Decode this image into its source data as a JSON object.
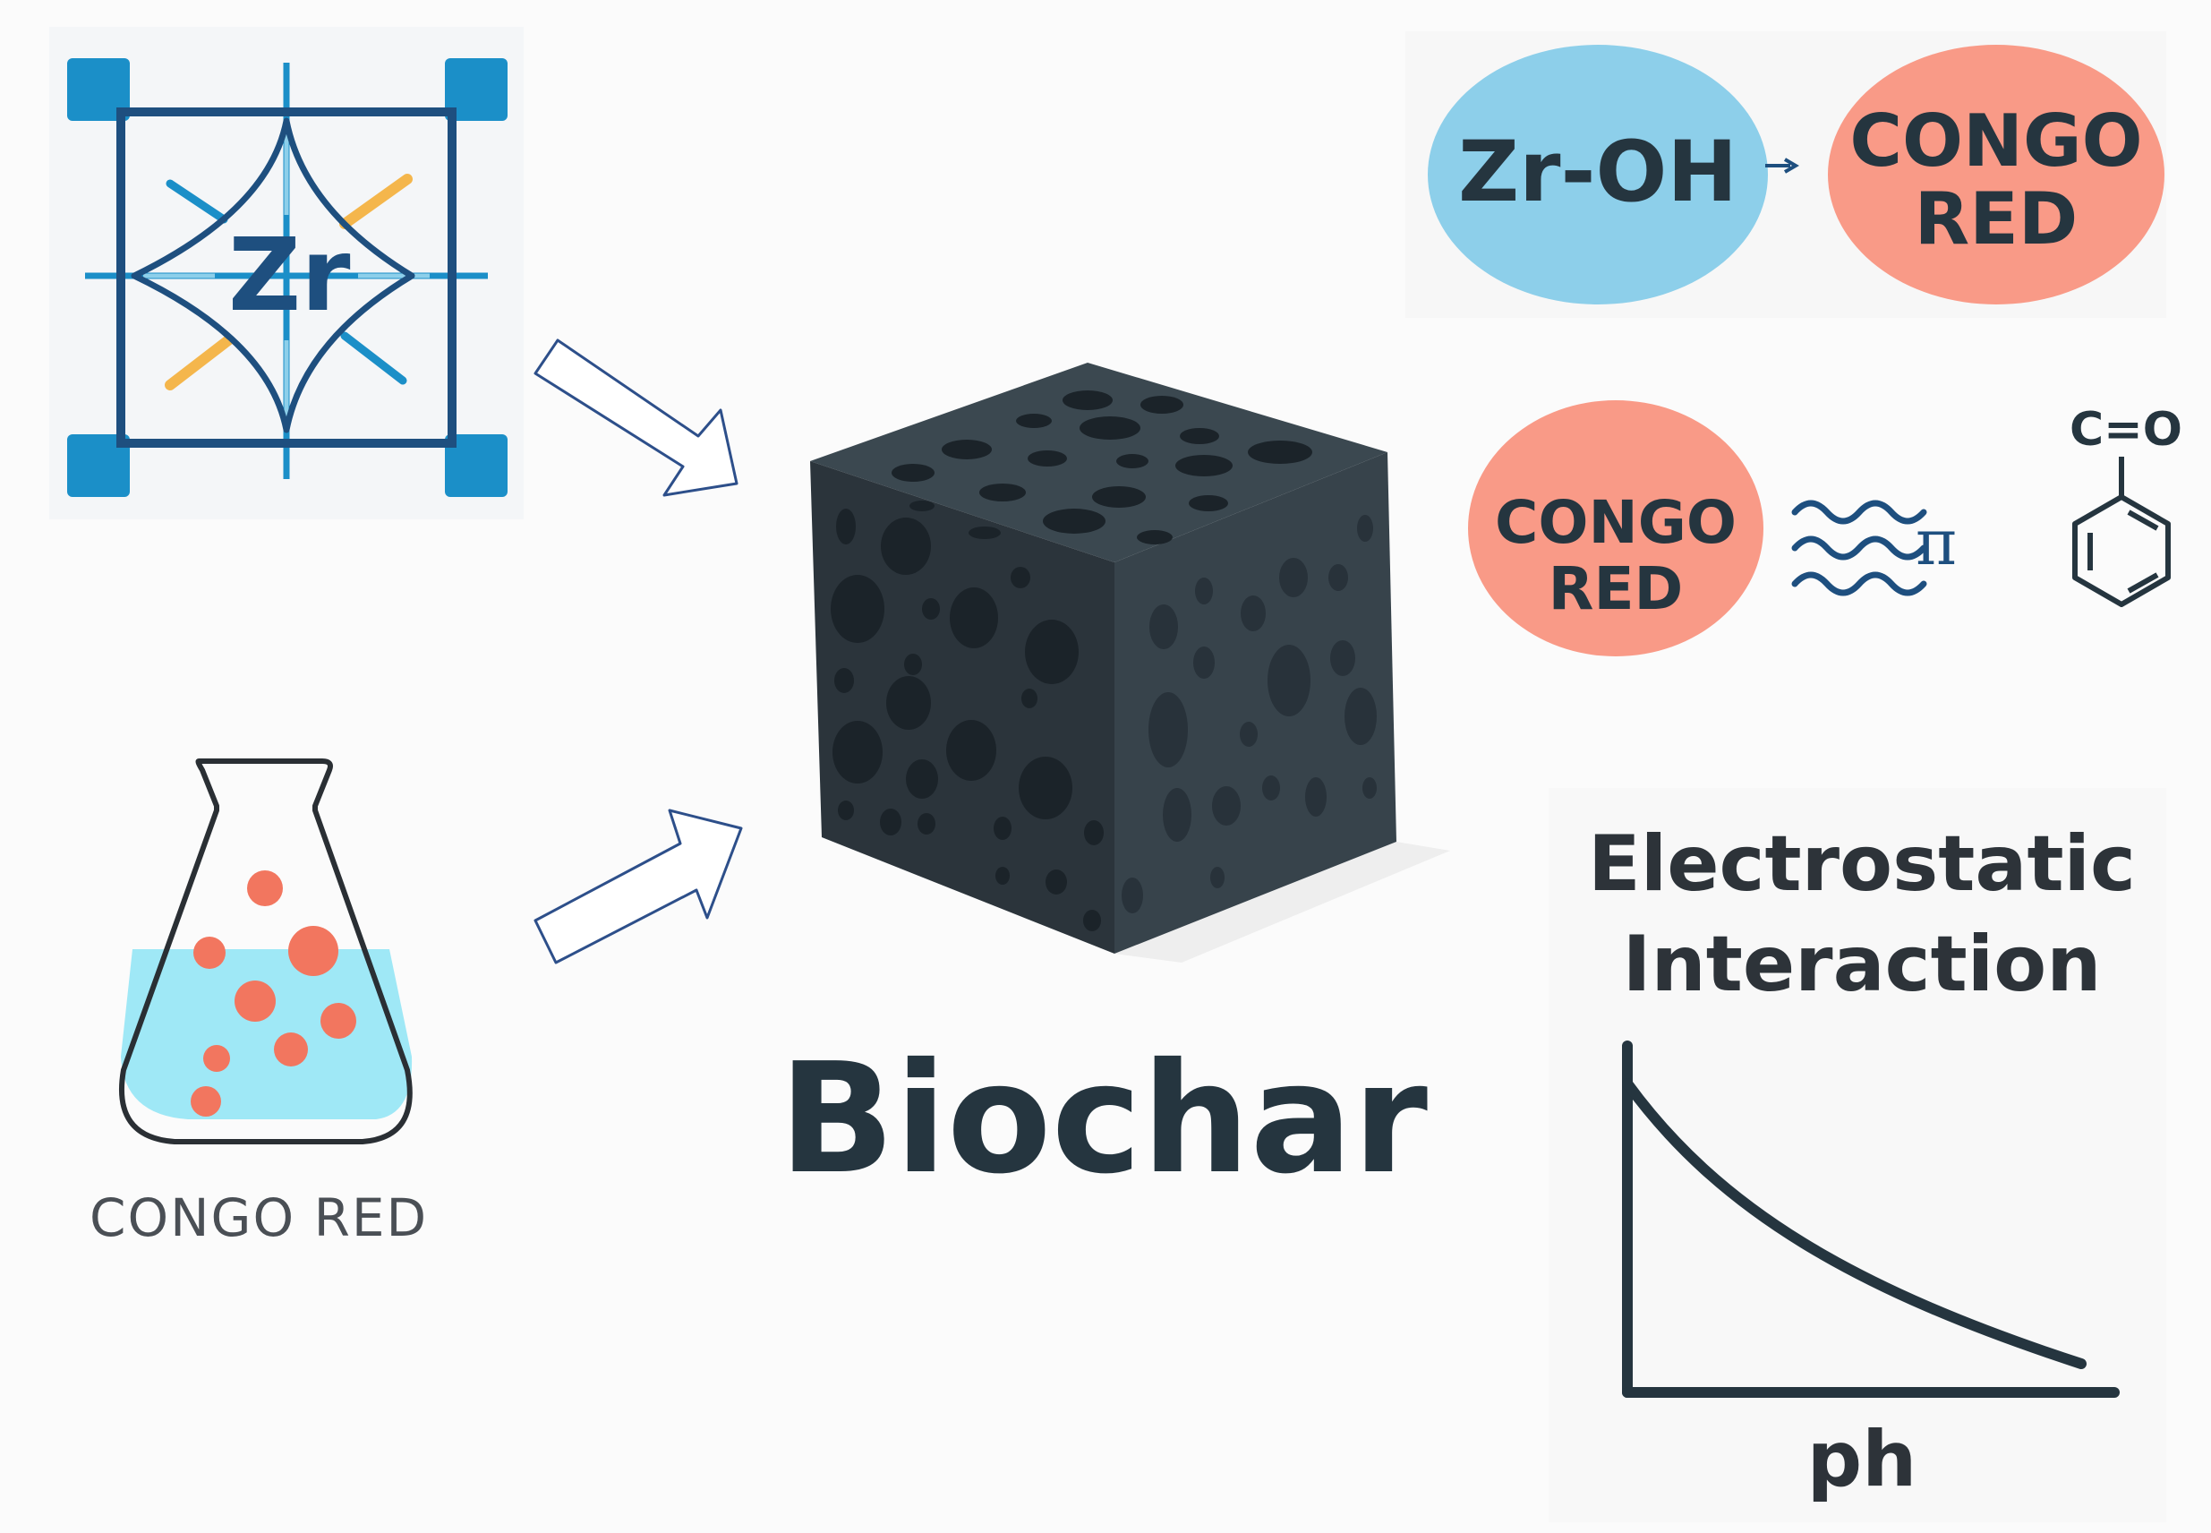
{
  "zr_framework": {
    "label": "Zr"
  },
  "flask": {
    "caption": "CONGO RED"
  },
  "biochar": {
    "label": "Biochar"
  },
  "mechanisms": {
    "complexation": {
      "left": "Zr-OH",
      "right_line1": "CONGO",
      "right_line2": "RED"
    },
    "pi_stacking": {
      "dye_line1": "CONGO",
      "dye_line2": "RED",
      "pi_symbol": "π",
      "carbonyl": "C=O"
    },
    "electrostatic": {
      "title_line1": "Electrostatic",
      "title_line2": "Interaction",
      "xlabel": "ph"
    }
  },
  "colors": {
    "dark_text": "#25353f",
    "zr_blue": "#8dcfea",
    "congo_salmon": "#f99a87",
    "frame_blue": "#1e4f7f",
    "accent_blue": "#1b8fc8",
    "accent_orange": "#f4b64c",
    "liquid": "#9fe8f6",
    "dot": "#f2765f",
    "char_front": "#2b343b",
    "char_pore": "#1b2329"
  },
  "icons": [
    "zr-frame-icon",
    "flask-icon",
    "arrow-icon",
    "benzene-ring-icon",
    "wave-icon"
  ]
}
